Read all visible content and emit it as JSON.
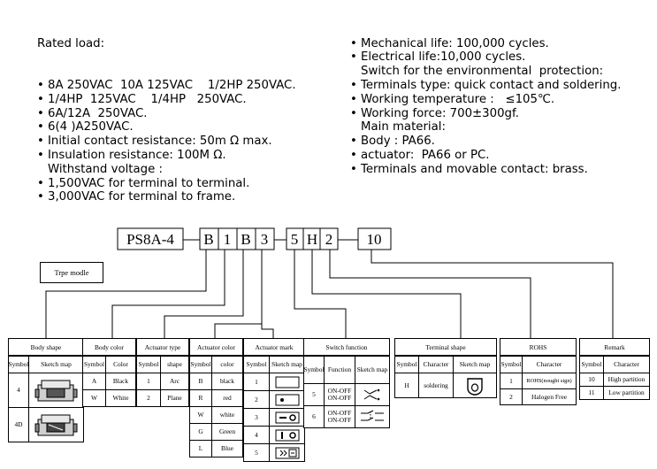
{
  "specs_left": {
    "heading": "Rated load:",
    "items": [
      {
        "text": "8A 250VAC  10A 125VAC    1/2HP 250VAC.",
        "bullet": true
      },
      {
        "text": "1/4HP  125VAC    1/4HP   250VAC.",
        "bullet": true
      },
      {
        "text": "6A/12A  250VAC.",
        "bullet": true
      },
      {
        "text": "6(4 )A250VAC.",
        "bullet": true
      },
      {
        "text": "Initial contact resistance: 50m Ω max.",
        "bullet": true
      },
      {
        "text": "Insulation resistance: 100M Ω.",
        "bullet": true
      },
      {
        "text": "Withstand voltage :",
        "bullet": false
      },
      {
        "text": "1,500VAC for terminal to terminal.",
        "bullet": true
      },
      {
        "text": "3,000VAC for terminal to frame.",
        "bullet": true
      }
    ]
  },
  "specs_right": {
    "items": [
      {
        "text": "Mechanical life: 100,000 cycles.",
        "bullet": true
      },
      {
        "text": "Electrical life:10,000 cycles.",
        "bullet": true
      },
      {
        "text": "Switch for the environmental  protection:",
        "bullet": false
      },
      {
        "text": "Terminals type: quick contact and soldering.",
        "bullet": true
      },
      {
        "text": "Working temperature :   ≤105℃.",
        "bullet": true
      },
      {
        "text": "Working force: 700±300gf.",
        "bullet": true
      },
      {
        "text": "Main material:",
        "bullet": false
      },
      {
        "text": "Body : PA66.",
        "bullet": true
      },
      {
        "text": "actuator:  PA66 or PC.",
        "bullet": true
      },
      {
        "text": "Terminals and movable contact: brass.",
        "bullet": true
      }
    ]
  },
  "code": {
    "model": "PS8A-4",
    "body_shape": "B",
    "body_color": "1",
    "actuator_type": "B",
    "actuator_color": "3",
    "actuator_mark": "5",
    "switch_function": "H",
    "terminal_shape": "2",
    "rohs": "10"
  },
  "type_model_label": "Trpe modle",
  "tables": {
    "body_shape": {
      "title": "Body shape",
      "headers": [
        "Symbol",
        "Sketch map"
      ],
      "rows": [
        {
          "symbol": "4",
          "icon": "switch-body-4-icon"
        },
        {
          "symbol": "4D",
          "icon": "switch-body-4d-icon"
        }
      ]
    },
    "body_color": {
      "title": "Body color",
      "headers": [
        "Symbol",
        "Color"
      ],
      "rows": [
        [
          "A",
          "Black"
        ],
        [
          "W",
          "White"
        ]
      ]
    },
    "actuator_type": {
      "title": "Actuator type",
      "headers": [
        "Symbol",
        "shape"
      ],
      "rows": [
        [
          "1",
          "Arc"
        ],
        [
          "2",
          "Plane"
        ]
      ]
    },
    "actuator_color": {
      "title": "Actuator color",
      "headers": [
        "Symbol",
        "color"
      ],
      "rows": [
        [
          "B",
          "black"
        ],
        [
          "R",
          "red"
        ],
        [
          "W",
          "white"
        ],
        [
          "G",
          "Green"
        ],
        [
          "L",
          "Blue"
        ]
      ]
    },
    "actuator_mark": {
      "title": "Actuator mark",
      "headers": [
        "Symbol",
        "Sketch map"
      ],
      "rows": [
        {
          "symbol": "1",
          "icon": "blank-mark-icon"
        },
        {
          "symbol": "2",
          "icon": "dot-mark-icon"
        },
        {
          "symbol": "3",
          "icon": "line-circle-mark-icon"
        },
        {
          "symbol": "4",
          "icon": "bar-circle-mark-icon"
        },
        {
          "symbol": "5",
          "icon": "symbol-mark-icon"
        }
      ]
    },
    "switch_function": {
      "title": "Switch function",
      "headers": [
        "Symbol",
        "Function",
        "Sketch map"
      ],
      "rows": [
        {
          "symbol": "5",
          "function": "ON-OFF ON-OFF",
          "icon": "dpst-switch-icon"
        },
        {
          "symbol": "6",
          "function": "ON-OFF ON-OFF",
          "icon": "dpdt-switch-icon"
        }
      ]
    },
    "terminal_shape": {
      "title": "Terminal shape",
      "headers": [
        "Symbol",
        "Character",
        "Sketch map"
      ],
      "rows": [
        {
          "symbol": "H",
          "character": "soldering",
          "icon": "solder-terminal-icon"
        }
      ]
    },
    "rohs": {
      "title": "ROHS",
      "headers": [
        "Symbol",
        "Character"
      ],
      "rows": [
        [
          "1",
          "ROHS(nought sign)"
        ],
        [
          "2",
          "Halogen Free"
        ]
      ]
    },
    "remark": {
      "title": "Remark",
      "headers": [
        "Symbol",
        "Character"
      ],
      "rows": [
        [
          "10",
          "High partition"
        ],
        [
          "11",
          "Low partition"
        ]
      ]
    }
  }
}
